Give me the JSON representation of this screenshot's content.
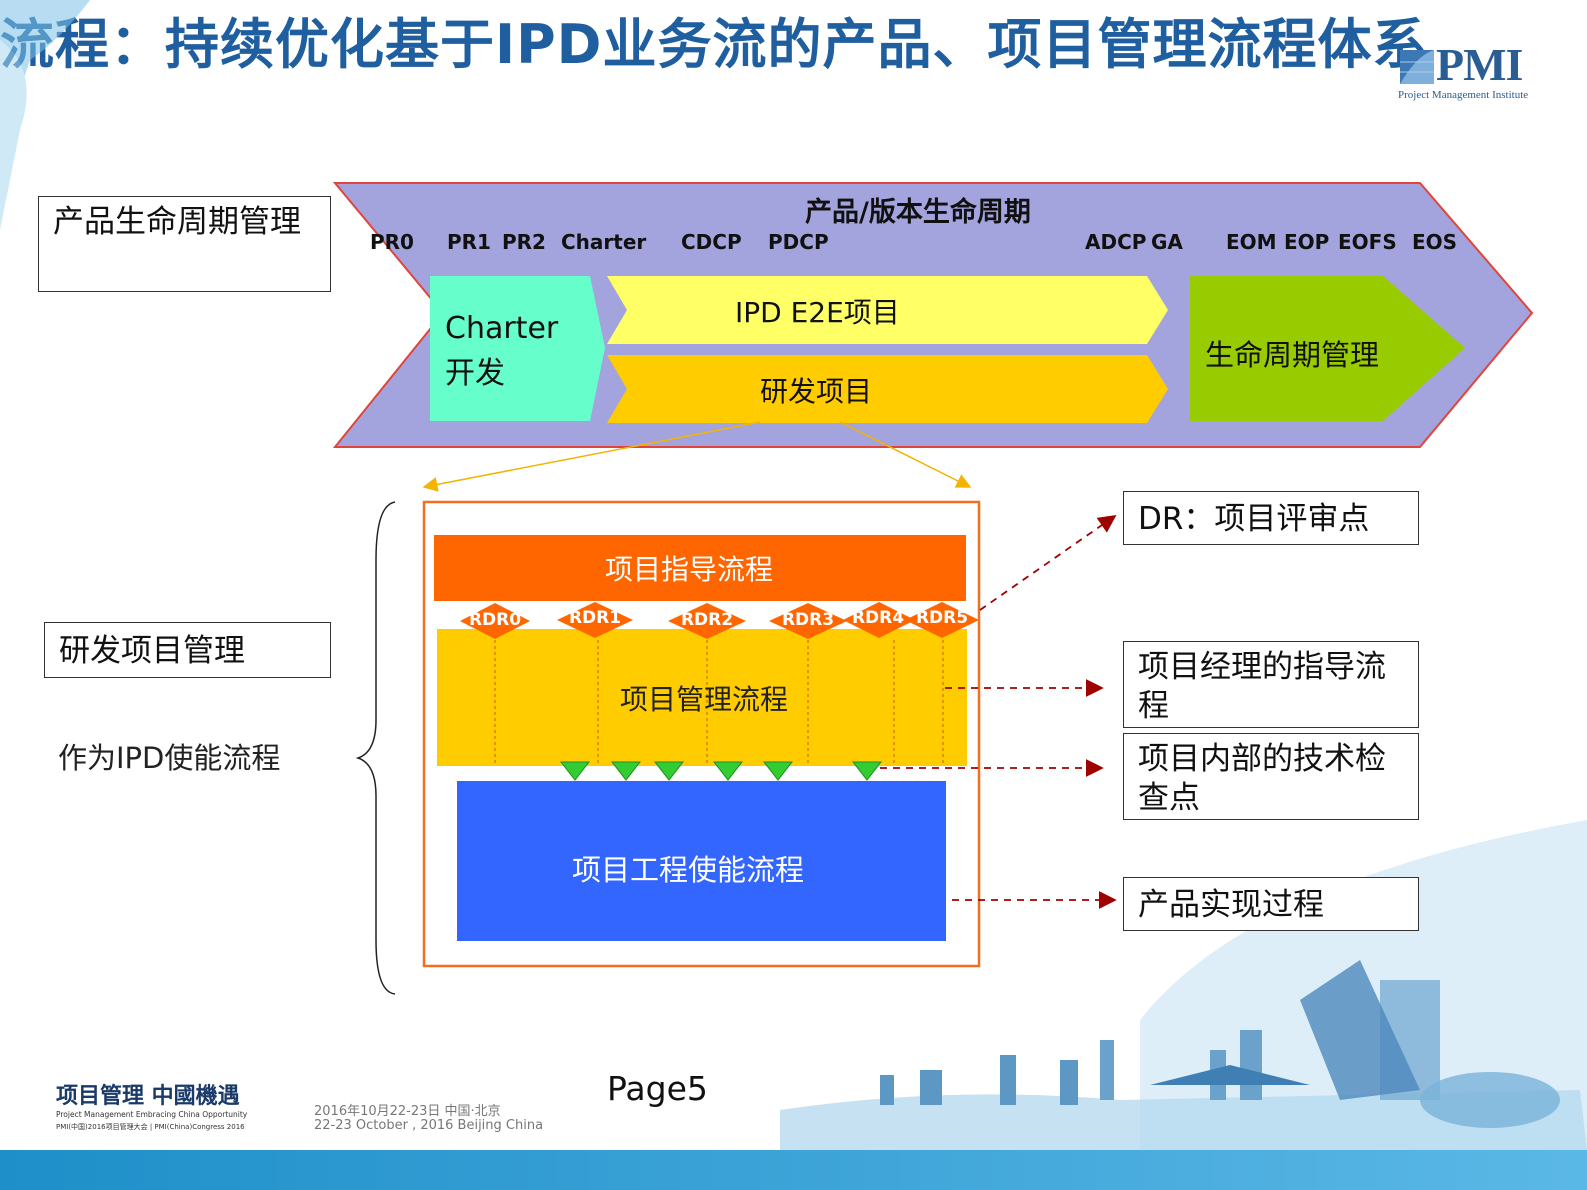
{
  "title": "流程：持续优化基于IPD业务流的产品、项目管理流程体系",
  "logo": {
    "brand": "PMI",
    "tagline": "Project Management Institute"
  },
  "lifecycle": {
    "label": "产品/版本生命周期",
    "milestones": [
      "PR0",
      "PR1",
      "PR2",
      "Charter",
      "CDCP",
      "PDCP",
      "ADCP",
      "GA",
      "EOM",
      "EOP",
      "EOFS",
      "EOS"
    ],
    "charter_dev": [
      "Charter",
      "开发"
    ],
    "ipd_e2e": "IPD E2E项目",
    "rd_project": "研发项目",
    "lifecycle_mgmt": "生命周期管理"
  },
  "left_boxes": {
    "product_lifecycle_mgmt": "产品生命周期管理",
    "rd_project_mgmt": "研发项目管理",
    "enabler_note": "作为IPD使能流程"
  },
  "inner": {
    "guidance_process": "项目指导流程",
    "rdr_points": [
      "RDR0",
      "RDR1",
      "RDR2",
      "RDR3",
      "RDR4",
      "RDR5"
    ],
    "pm_process": "项目管理流程",
    "engineering_process": "项目工程使能流程"
  },
  "right_boxes": {
    "dr_label": "DR：项目评审点",
    "pm_guidance": "项目经理的指导流程",
    "tech_checkpoint": "项目内部的技术检查点",
    "product_realization": "产品实现过程"
  },
  "footer": {
    "page": "Page5",
    "slogan": "项目管理 中國機遇",
    "slogan_en": "Project Management Embracing China Opportunity",
    "slogan_sub": "PMI(中国)2016项目管理大会 | PMI(China)Congress 2016",
    "date_cn": "2016年10月22-23日 中国·北京",
    "date_en": "22-23 October , 2016 Beijing China"
  },
  "colors": {
    "title": "#1f5fa0",
    "chevron": "#a3a3de",
    "chevron_border": "#e0443a",
    "charter": "#66ffcc",
    "ipd_e2e": "#ffff66",
    "rd_project": "#ffcc00",
    "lifecycle_mgmt": "#99cc00",
    "guidance": "#ff6600",
    "pm": "#ffcc00",
    "engineering": "#3366ff",
    "checkpoint": "#33cc33",
    "dashed": "#a00000"
  }
}
